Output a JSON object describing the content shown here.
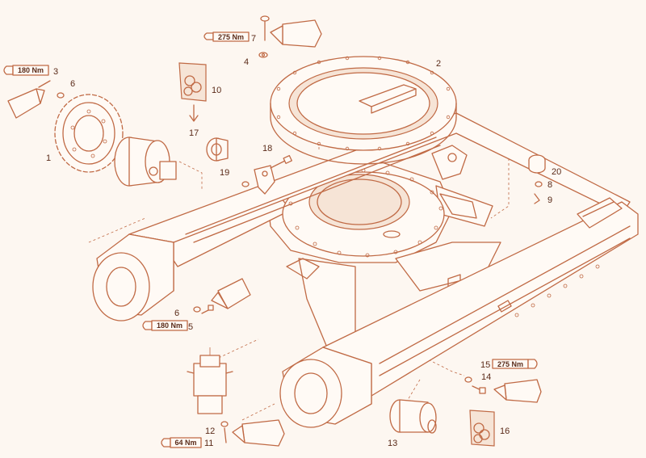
{
  "colors": {
    "ink": "#c06a45",
    "paper": "#fdf7f1"
  },
  "callouts": {
    "c1": "1",
    "c2": "2",
    "c3": "3",
    "c4": "4",
    "c5": "5",
    "c6a": "6",
    "c6b": "6",
    "c7": "7",
    "c8": "8",
    "c9": "9",
    "c10": "10",
    "c11": "11",
    "c12": "12",
    "c13": "13",
    "c14": "14",
    "c15": "15",
    "c16": "16",
    "c17": "17",
    "c18": "18",
    "c19": "19",
    "c20": "20"
  },
  "torques": {
    "t7": "275 Nm",
    "t3": "180 Nm",
    "t5": "180 Nm",
    "t15": "275 Nm",
    "t11": "64 Nm"
  },
  "icons": [
    "torque-wrench-icon",
    "grease-cartridge-icon",
    "seal-kit-bag-icon"
  ]
}
